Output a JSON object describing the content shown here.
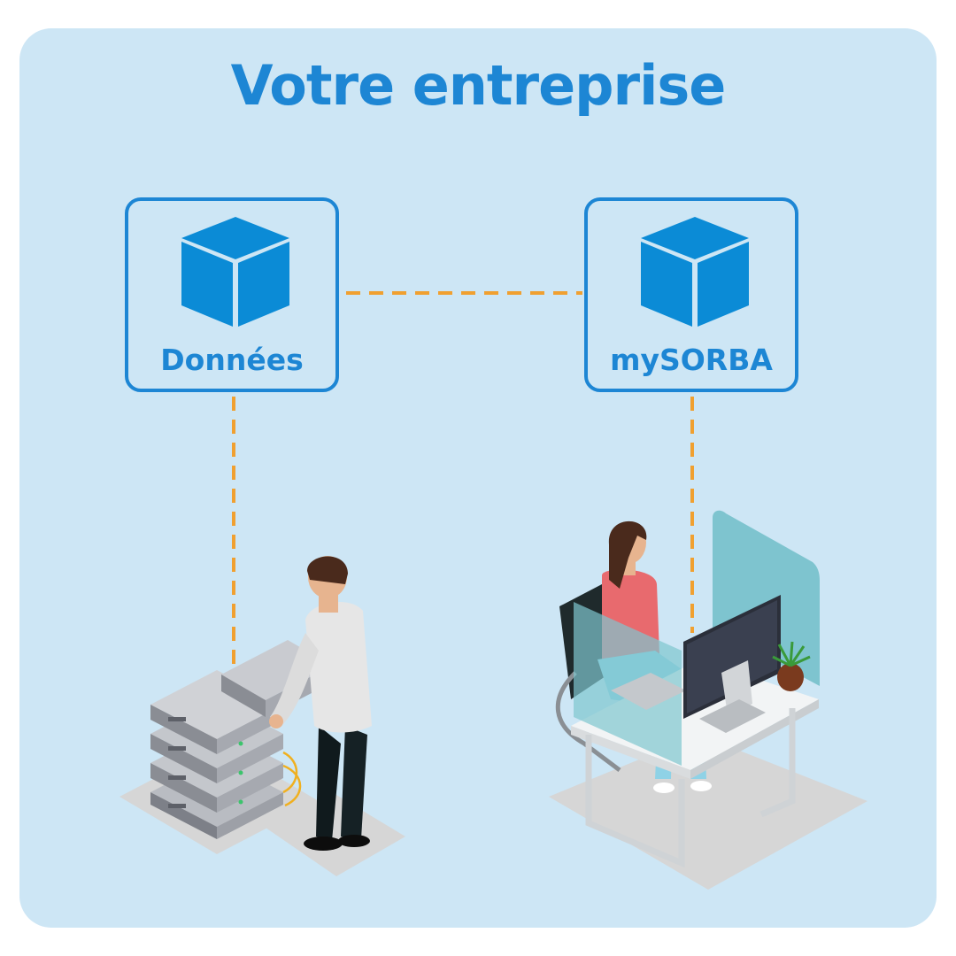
{
  "title": "Votre entreprise",
  "nodes": {
    "left": {
      "label": "Données",
      "icon": "cube-icon"
    },
    "right": {
      "label": "mySORBA",
      "icon": "cube-icon"
    }
  },
  "colors": {
    "panel_background": "#cde6f5",
    "accent_blue": "#1d86d4",
    "cube_blue": "#0b8bd6",
    "connector_orange": "#f0a030"
  }
}
